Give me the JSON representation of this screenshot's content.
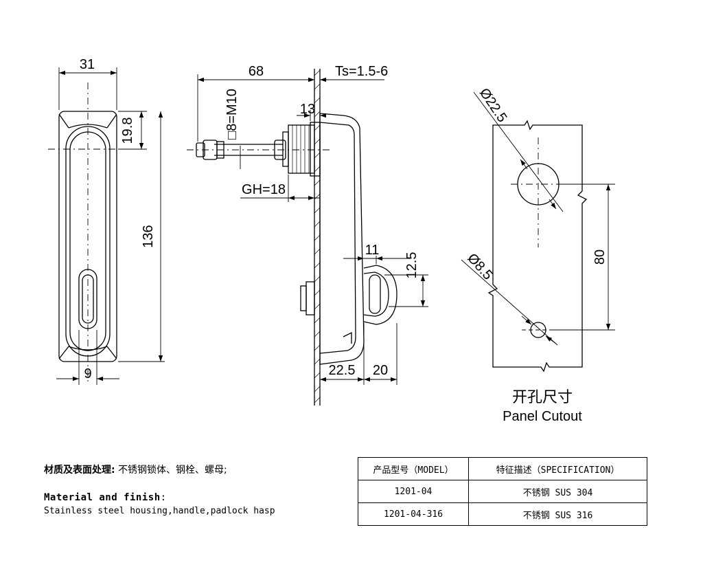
{
  "front_view": {
    "width": "31",
    "upper": "19.8",
    "height": "136",
    "slot": "9"
  },
  "side_view": {
    "length": "68",
    "thickness": "Ts=1.5-6",
    "nut": "13",
    "shaft": "□8=M10",
    "gh": "GH=18",
    "hasp_width": "11",
    "hasp_height": "12.5",
    "base": "22.5",
    "hasp_offset": "20"
  },
  "cutout": {
    "big_hole": "Ø22.5",
    "small_hole": "Ø8.5",
    "spacing": "80",
    "caption_cn": "开孔尺寸",
    "caption_en": "Panel Cutout"
  },
  "material": {
    "cn_label": "材质及表面处理:",
    "cn_text": "不锈钢锁体、钢栓、螺母;",
    "en_label": "Material and finish",
    "en_colon": ":",
    "en_text": "Stainless steel housing,handle,padlock hasp"
  },
  "spec_table": {
    "headers": [
      "产品型号（MODEL）",
      "特征描述（SPECIFICATION）"
    ],
    "rows": [
      [
        "1201-04",
        "不锈钢 SUS 304"
      ],
      [
        "1201-04-316",
        "不锈钢 SUS 316"
      ]
    ]
  }
}
